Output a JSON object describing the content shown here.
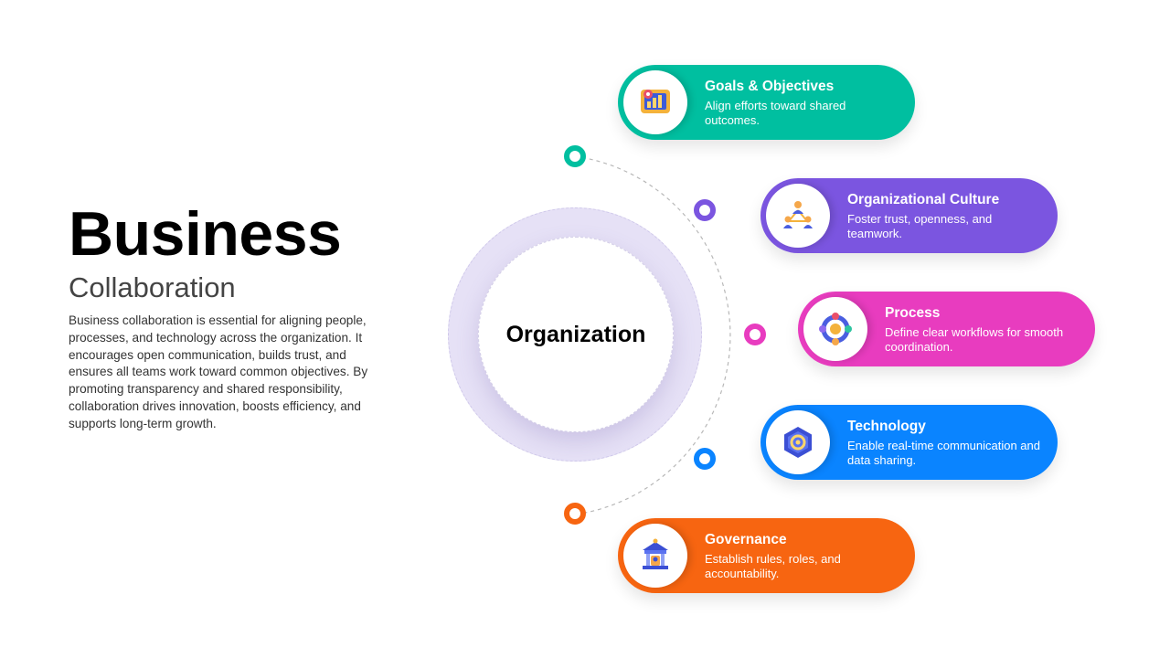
{
  "header": {
    "title": "Business",
    "subtitle": "Collaboration",
    "description": "Business collaboration is essential for aligning people, processes, and technology across the organization. It encourages open communication, builds trust, and ensures all teams work toward common objectives. By promoting transparency and shared responsibility, collaboration drives innovation, boosts efficiency, and supports long-term growth."
  },
  "center": {
    "label": "Organization"
  },
  "items": [
    {
      "title": "Goals & Objectives",
      "description": "Align efforts toward shared outcomes.",
      "color": "#00bfa0",
      "icon": "target-chart-icon"
    },
    {
      "title": "Organizational Culture",
      "description": "Foster trust, openness, and teamwork.",
      "color": "#7b55e0",
      "icon": "team-network-icon"
    },
    {
      "title": "Process",
      "description": "Define clear workflows for smooth coordination.",
      "color": "#e83cbf",
      "icon": "workflow-cycle-icon"
    },
    {
      "title": "Technology",
      "description": "Enable real-time communication and data sharing.",
      "color": "#0a84ff",
      "icon": "hexagon-gear-icon"
    },
    {
      "title": "Governance",
      "description": "Establish rules, roles, and accountability.",
      "color": "#f76511",
      "icon": "institution-building-icon"
    }
  ]
}
